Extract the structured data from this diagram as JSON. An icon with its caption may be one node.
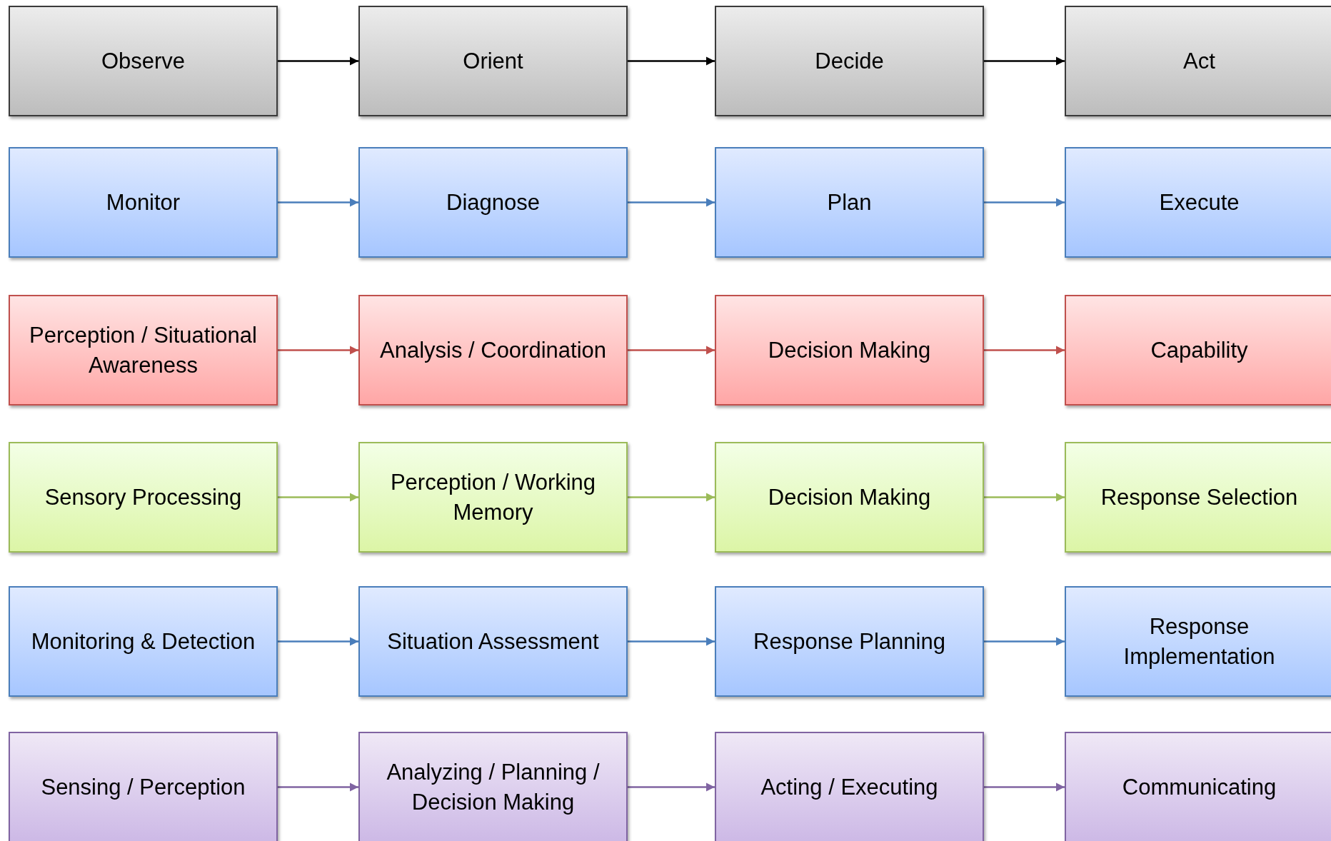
{
  "diagram": {
    "nodes": [
      {
        "text": [
          "Observe"
        ]
      },
      {
        "text": [
          "Orient"
        ]
      },
      {
        "text": [
          "Decide"
        ]
      },
      {
        "text": [
          "Act"
        ]
      },
      {
        "text": [
          "Monitor"
        ]
      },
      {
        "text": [
          "Diagnose"
        ]
      },
      {
        "text": [
          "Plan"
        ]
      },
      {
        "text": [
          "Execute"
        ]
      },
      {
        "text": [
          "Perception / Situational Awareness"
        ]
      },
      {
        "text": [
          "Analysis / Coordination"
        ]
      },
      {
        "text": [
          "Decision Making"
        ]
      },
      {
        "text": [
          "Capability"
        ]
      },
      {
        "text": [
          "Sensory Processing"
        ]
      },
      {
        "text": [
          "Perception / Working Memory"
        ]
      },
      {
        "text": [
          "Decision Making"
        ]
      },
      {
        "text": [
          "Response Selection"
        ]
      },
      {
        "text": [
          "Monitoring & Detection"
        ]
      },
      {
        "text": [
          "Situation Assessment"
        ]
      },
      {
        "text": [
          "Response Planning"
        ]
      },
      {
        "text": [
          "Response Implementation"
        ]
      },
      {
        "text": [
          "Sensing / Perception"
        ]
      },
      {
        "text": [
          "Analyzing / Planning / Decision Making"
        ]
      },
      {
        "text": [
          "Acting / Executing"
        ]
      },
      {
        "text": [
          "Communicating"
        ]
      }
    ],
    "edges": [
      {
        "from": 0,
        "to": 1,
        "arrow": "to",
        "color": "#000000"
      },
      {
        "from": 1,
        "to": 2,
        "arrow": "to",
        "color": "#000000"
      },
      {
        "from": 2,
        "to": 3,
        "arrow": "to",
        "color": "#000000"
      },
      {
        "from": 4,
        "to": 5,
        "arrow": "to"
      },
      {
        "from": 5,
        "to": 6,
        "arrow": "to"
      },
      {
        "from": 6,
        "to": 7,
        "arrow": "to"
      },
      {
        "from": 8,
        "to": 9,
        "arrow": "to",
        "color": "#c0504d"
      },
      {
        "from": 9,
        "to": 10,
        "arrow": "to",
        "color": "#c0504d"
      },
      {
        "from": 10,
        "to": 11,
        "arrow": "to",
        "color": "#c0504d"
      },
      {
        "from": 12,
        "to": 13,
        "arrow": "to",
        "color": "#9bbb59"
      },
      {
        "from": 13,
        "to": 14,
        "arrow": "to",
        "color": "#9bbb59"
      },
      {
        "from": 14,
        "to": 15,
        "arrow": "to",
        "color": "#9bbb59"
      },
      {
        "from": 16,
        "to": 17,
        "arrow": "to"
      },
      {
        "from": 17,
        "to": 18,
        "arrow": "to"
      },
      {
        "from": 18,
        "to": 19,
        "arrow": "to"
      },
      {
        "from": 20,
        "to": 21,
        "arrow": "to",
        "color": "#8064a2"
      },
      {
        "from": 21,
        "to": 22,
        "arrow": "to",
        "color": "#8064a2"
      },
      {
        "from": 22,
        "to": 23,
        "arrow": "to",
        "color": "#8064a2"
      }
    ]
  }
}
